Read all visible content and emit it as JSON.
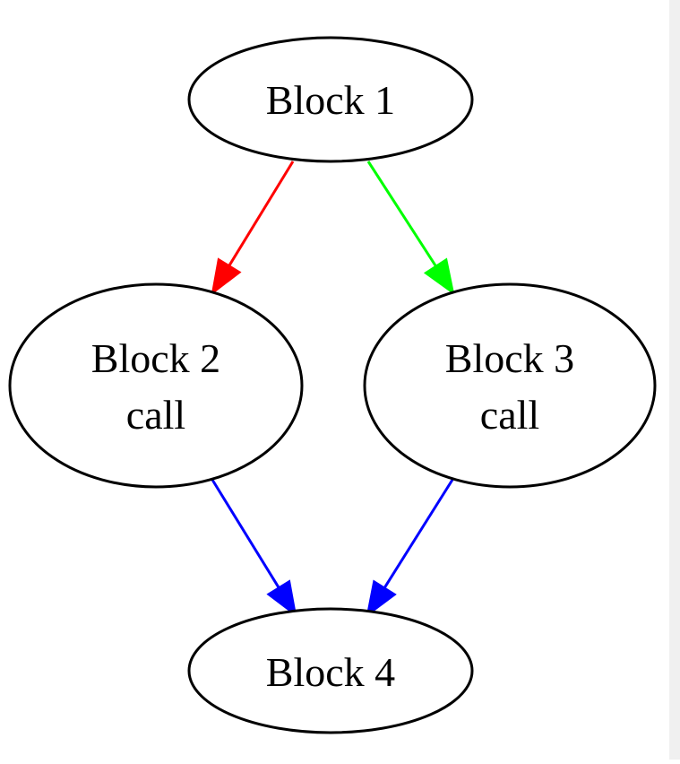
{
  "graph": {
    "nodes": [
      {
        "id": "b1",
        "lines": [
          "Block 1"
        ]
      },
      {
        "id": "b2",
        "lines": [
          "Block 2",
          "call"
        ]
      },
      {
        "id": "b3",
        "lines": [
          "Block 3",
          "call"
        ]
      },
      {
        "id": "b4",
        "lines": [
          "Block 4"
        ]
      }
    ],
    "edges": [
      {
        "from": "b1",
        "to": "b2",
        "color": "#ff0000"
      },
      {
        "from": "b1",
        "to": "b3",
        "color": "#00ff00"
      },
      {
        "from": "b2",
        "to": "b4",
        "color": "#0000ff"
      },
      {
        "from": "b3",
        "to": "b4",
        "color": "#0000ff"
      }
    ]
  }
}
